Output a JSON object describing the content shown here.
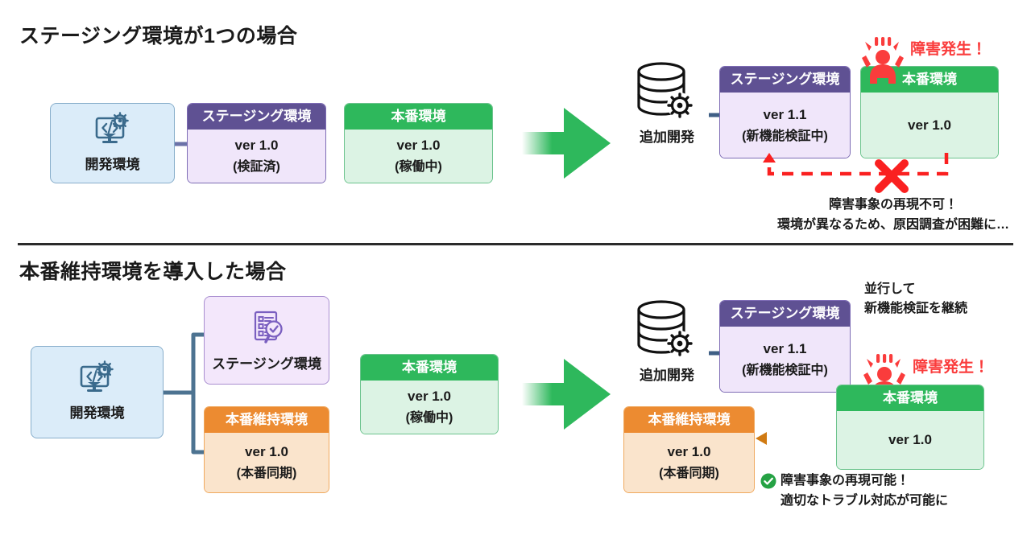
{
  "sections": [
    {
      "title": "ステージング環境が1つの場合",
      "dev_env": {
        "label": "開発環境",
        "icon": "code-monitor-gear-icon"
      },
      "staging": {
        "header": "ステージング環境",
        "version": "ver 1.0",
        "state": "(検証済)"
      },
      "production": {
        "header": "本番環境",
        "version": "ver 1.0",
        "state": "(稼働中)"
      },
      "big_arrow": "green-right-arrow-icon",
      "extra_dev": {
        "label": "追加開発",
        "icon": "database-gear-icon"
      },
      "staging_after": {
        "header": "ステージング環境",
        "version": "ver 1.1",
        "state": "(新機能検証中)"
      },
      "production_after": {
        "header": "本番環境",
        "version": "ver 1.0",
        "state": ""
      },
      "incident": {
        "label": "障害発生！",
        "icon": "alert-person-icon",
        "color": "#fa3c3c"
      },
      "failure_note": {
        "line1": "障害事象の再現不可！",
        "line2": "環境が異なるため、原因調査が困難に…",
        "mark": "red-cross-icon"
      }
    },
    {
      "title": "本番維持環境を導入した場合",
      "dev_env": {
        "label": "開発環境",
        "icon": "code-monitor-gear-icon"
      },
      "staging": {
        "label": "ステージング環境",
        "icon": "checklist-magnifier-icon"
      },
      "prod_mirror": {
        "header": "本番維持環境",
        "version": "ver 1.0",
        "state": "(本番同期)"
      },
      "production": {
        "header": "本番環境",
        "version": "ver 1.0",
        "state": "(稼働中)"
      },
      "big_arrow": "green-right-arrow-icon",
      "extra_dev": {
        "label": "追加開発",
        "icon": "database-gear-icon"
      },
      "staging_after": {
        "header": "ステージング環境",
        "version": "ver 1.1",
        "state": "(新機能検証中)"
      },
      "parallel_note": {
        "line1": "並行して",
        "line2": "新機能検証を継続"
      },
      "incident": {
        "label": "障害発生！",
        "icon": "alert-person-icon",
        "color": "#fa3c3c"
      },
      "production_after": {
        "header": "本番環境",
        "version": "ver 1.0",
        "state": ""
      },
      "prod_mirror_after": {
        "header": "本番維持環境",
        "version": "ver 1.0",
        "state": "(本番同期)"
      },
      "success_note": {
        "line1": "障害事象の再現可能！",
        "line2": "適切なトラブル対応が可能に",
        "mark": "green-check-icon"
      }
    }
  ],
  "colors": {
    "purple_header": "#5f5193",
    "purple_body": "#f0e6fa",
    "green_header": "#2eb85c",
    "green_body": "#dcf3e4",
    "orange_header": "#ec8b31",
    "orange_body": "#fae4cc",
    "blue_box": "#dbecf9",
    "lilac_box": "#f3e7fb",
    "alert_red": "#fa3c3c",
    "arrow_slate": "#4d7391"
  }
}
